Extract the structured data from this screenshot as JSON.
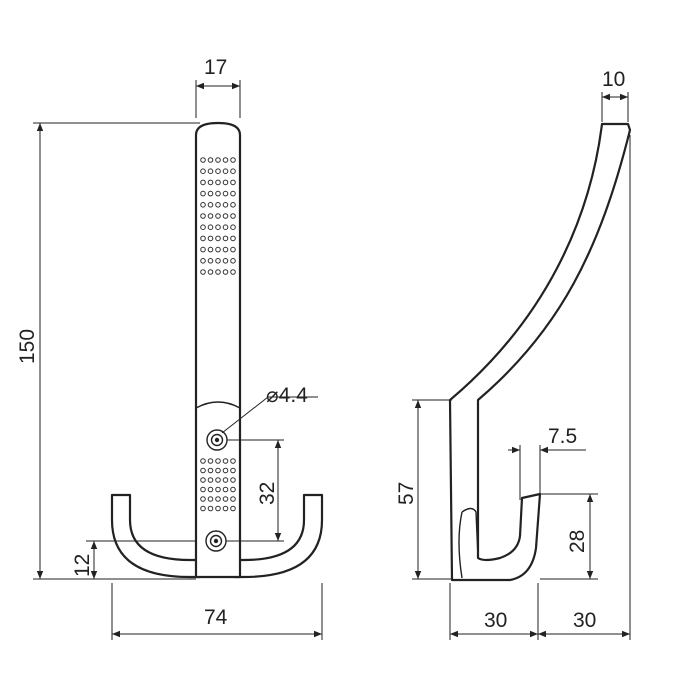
{
  "colors": {
    "line": "#222222",
    "background": "#ffffff"
  },
  "front_view": {
    "dim_width_top": "17",
    "dim_total_height": "150",
    "dim_hole_diameter": "⌀4.4",
    "dim_hole_spacing": "32",
    "dim_hook_height": "12",
    "dim_total_width": "74"
  },
  "side_view": {
    "dim_top_thickness": "10",
    "dim_hook_inner": "7.5",
    "dim_lower_height": "57",
    "dim_hook_height": "28",
    "dim_base_left": "30",
    "dim_base_right": "30"
  }
}
